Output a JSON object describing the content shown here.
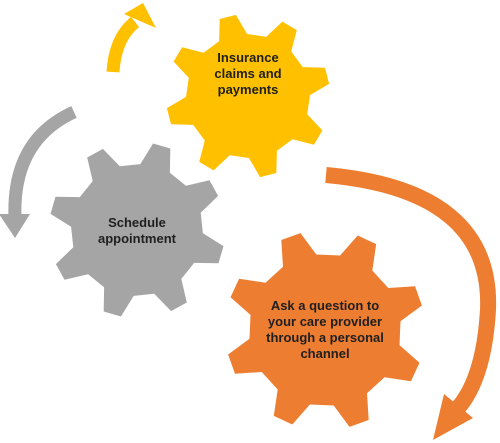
{
  "diagram": {
    "gears": [
      {
        "id": "insurance",
        "lines": [
          "Insurance",
          "claims and",
          "payments"
        ],
        "color": "#FFC000",
        "teeth": 8
      },
      {
        "id": "schedule",
        "lines": [
          "Schedule",
          "appointment"
        ],
        "color": "#A5A5A5",
        "teeth": 8
      },
      {
        "id": "question",
        "lines": [
          "Ask a question to",
          "your care provider",
          "through a personal",
          "channel"
        ],
        "color": "#ED7D31",
        "teeth": 8
      }
    ],
    "arrows": [
      {
        "id": "yellow-arrow",
        "color": "#FFC000"
      },
      {
        "id": "gray-arrow",
        "color": "#A5A5A5"
      },
      {
        "id": "orange-arrow",
        "color": "#ED7D31"
      }
    ]
  }
}
